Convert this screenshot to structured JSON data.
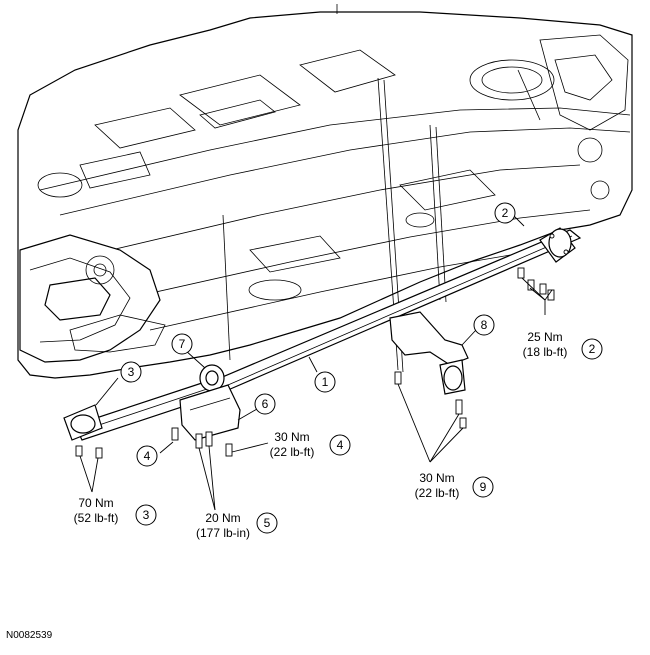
{
  "figure_id": "N0082539",
  "callouts": [
    "1",
    "2",
    "2",
    "3",
    "3",
    "4",
    "4",
    "5",
    "6",
    "7",
    "8",
    "9"
  ],
  "torques": {
    "t2_nm": "25 Nm",
    "t2_imp": "(18 lb-ft)",
    "t3_nm": "70 Nm",
    "t3_imp": "(52 lb-ft)",
    "t4_nm": "30 Nm",
    "t4_imp": "(22 lb-ft)",
    "t5_nm": "20 Nm",
    "t5_imp": "(177 lb-in)",
    "t9_nm": "30 Nm",
    "t9_imp": "(22 lb-ft)"
  },
  "colors": {
    "line": "#000000",
    "background": "#ffffff"
  }
}
